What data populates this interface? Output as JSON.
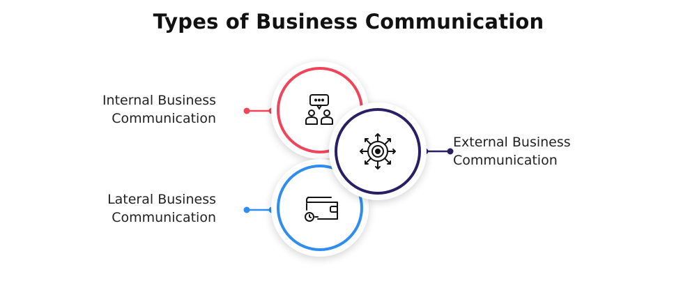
{
  "title": "Types of Business Communication",
  "items": [
    {
      "line1": "Internal Business",
      "line2": "Communication",
      "color": "#f0445a",
      "icon": "meeting-chat-icon"
    },
    {
      "line1": "External Business",
      "line2": "Communication",
      "color": "#2a1f63",
      "icon": "target-arrows-icon"
    },
    {
      "line1": "Lateral Business",
      "line2": "Communication",
      "color": "#2f8cf0",
      "icon": "wallet-icon"
    }
  ]
}
